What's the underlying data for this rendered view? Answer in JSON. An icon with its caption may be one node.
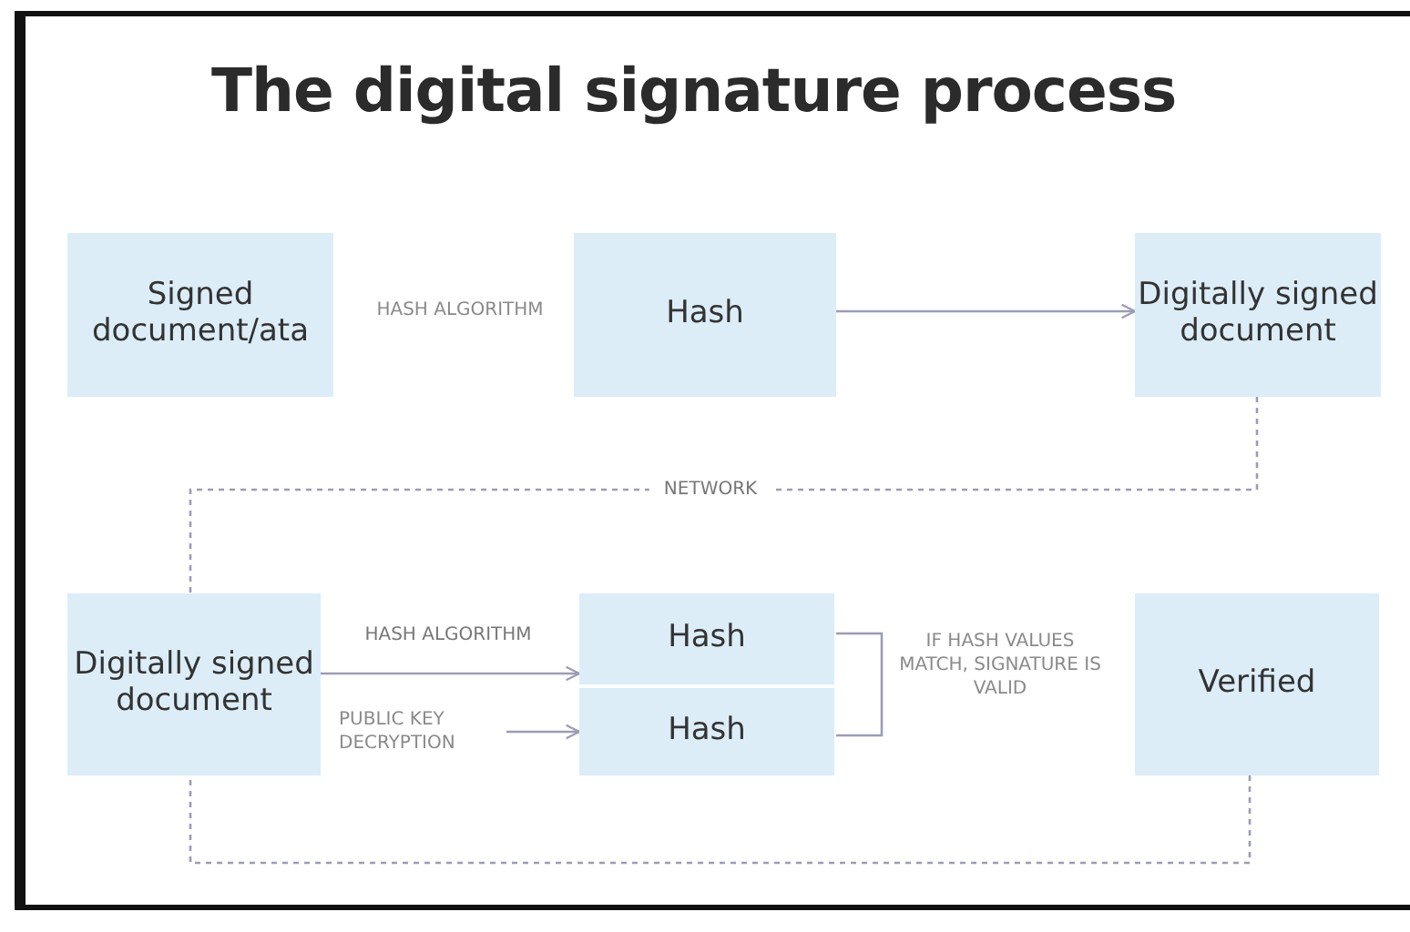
{
  "diagram": {
    "title": "The digital signature process",
    "nodes": [
      {
        "text": [
          "Signed document/ata"
        ]
      },
      {
        "text": [
          "Hash"
        ]
      },
      {
        "text": [
          "Digitally signed document"
        ]
      },
      {
        "text": [
          "Digitally signed document"
        ]
      },
      {
        "text": [
          "PUBLIC KEY DECRYPTION"
        ]
      },
      {
        "text": [
          "Hash"
        ]
      },
      {
        "text": [
          "Hash"
        ]
      },
      {
        "text": [
          "Verified"
        ]
      }
    ],
    "edges": [
      {
        "from": 1,
        "to": 2,
        "arrow": "to"
      },
      {
        "from": 2,
        "to": 3,
        "arrow": "none",
        "style": "dashed",
        "label": "NETWORK"
      },
      {
        "from": 3,
        "to": 5,
        "arrow": "to",
        "label": "HASH ALGORITHM"
      },
      {
        "from": 4,
        "to": 6,
        "arrow": "to"
      },
      {
        "from": 7,
        "to": 3,
        "arrow": "none",
        "style": "dashed"
      }
    ],
    "labels": [
      "HASH ALGORITHM",
      "IF HASH VALUES MATCH, SIGNATURE IS VALID"
    ]
  }
}
